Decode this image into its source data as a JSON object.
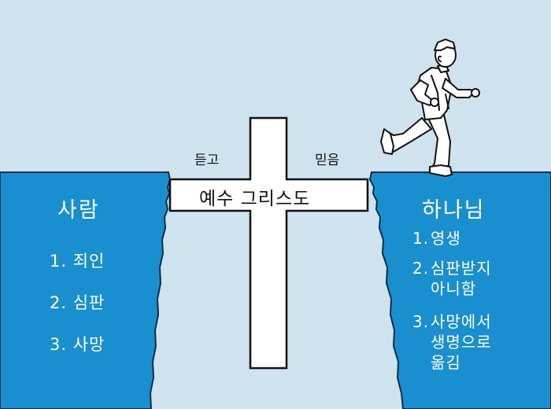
{
  "left_cliff": {
    "title": "사람",
    "items": [
      "1. 죄인",
      "2. 심판",
      "3. 사망"
    ]
  },
  "right_cliff": {
    "title": "하나님",
    "items": [
      {
        "num": "1.",
        "lines": [
          "영생"
        ]
      },
      {
        "num": "2.",
        "lines": [
          "심판받지",
          "아니함"
        ]
      },
      {
        "num": "3.",
        "lines": [
          "사망에서",
          "생명으로",
          "옮김"
        ]
      }
    ]
  },
  "cross": {
    "text": "예수 그리스도"
  },
  "bridge_labels": {
    "left": "듣고",
    "right": "믿음"
  },
  "colors": {
    "sky": "#cfe3ef",
    "cliff": "#1a8fcf",
    "cliff_outline": "#0b2f4a",
    "cross": "#ffffff",
    "outline": "#111111"
  }
}
